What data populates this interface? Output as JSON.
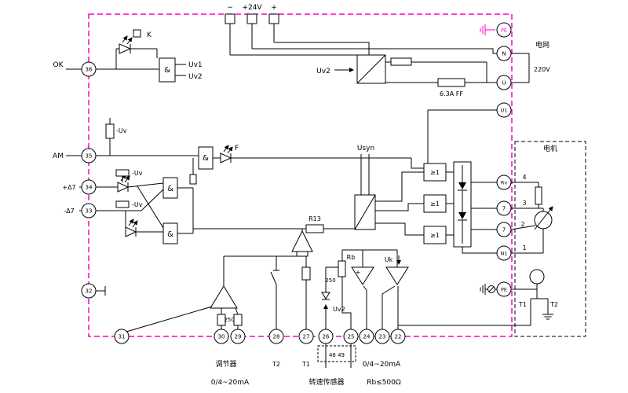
{
  "colors": {
    "border_magenta": "#ff00cc",
    "line": "#000000",
    "background": "#ffffff"
  },
  "top": {
    "minus": "−",
    "v24": "+24V",
    "plus": "+",
    "uv2": "Uv2"
  },
  "grid": {
    "pe": "PE",
    "n": "N",
    "u": "U",
    "u1": "U1",
    "label": "电网",
    "voltage": "220V",
    "fuse": "6.3A FF"
  },
  "left": {
    "ok": "OK",
    "k": "K",
    "am": "AM",
    "plus_delta": "+Δ7",
    "minus_delta": "-Δ7",
    "and1": "&",
    "and2": "&",
    "and3": "&",
    "and4": "&",
    "uv1": "Uv1",
    "uv2": "Uv2",
    "neg_uv1": "-Uv",
    "neg_uv2": "-Uv",
    "neg_uv3": "-Uv",
    "f": "F",
    "t36": "36",
    "t35": "35",
    "t34": "34",
    "t33": "33",
    "t32": "32"
  },
  "center": {
    "usyn": "Usyn",
    "r13": "R13",
    "or1": "≥1",
    "or2": "≥1",
    "or3": "≥1",
    "rb": "Rb",
    "r250a": "250",
    "r250b": "250",
    "uk": "Uk",
    "plus": "+",
    "uv2": "Uv2",
    "conn": "48 49"
  },
  "bottom": {
    "t31": "31",
    "t30": "30",
    "t29": "29",
    "t28": "28",
    "t27": "27",
    "t26": "26",
    "t25": "25",
    "t24": "24",
    "t23": "23",
    "t22": "22",
    "regulator": "调节器",
    "ma1": "0/4~20mA",
    "t2": "T2",
    "t1": "T1",
    "sensor": "转速传感器",
    "ma2": "0/4~20mA",
    "rbmax": "Rb≤500Ω"
  },
  "motor": {
    "label": "电机",
    "p4": "4",
    "p3": "3",
    "p2": "2",
    "p1": "1",
    "rv": "Rv",
    "a1": "7",
    "a2": "7",
    "n1": "N1",
    "pe": "PE",
    "t1": "T1",
    "t2": "T2"
  }
}
